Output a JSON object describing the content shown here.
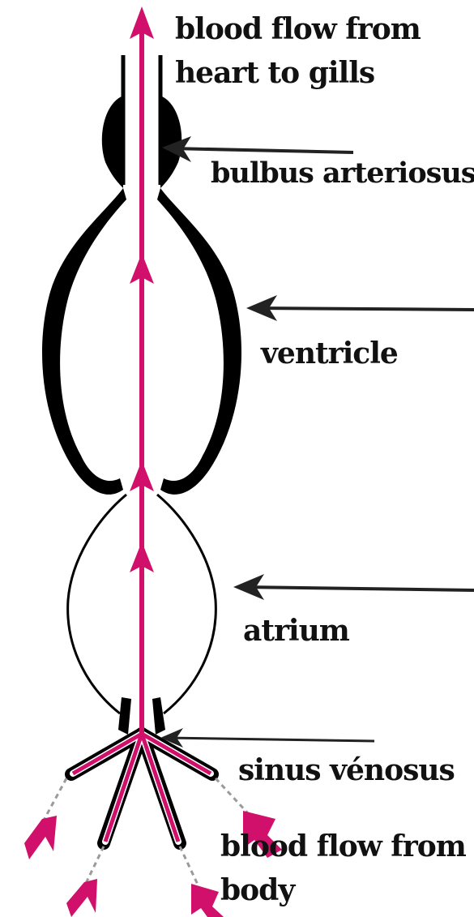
{
  "labels": {
    "flow_out_line1": "blood flow from",
    "flow_out_line2": "heart to gills",
    "bulbus": "bulbus arteriosus",
    "ventricle": "ventricle",
    "atrium": "atrium",
    "sinus": "sinus vénosus",
    "flow_in_line1": "blood flow from",
    "flow_in_line2": "body"
  },
  "colors": {
    "flow": "#d0106a",
    "wall": "#000000",
    "pointer": "#222222"
  }
}
